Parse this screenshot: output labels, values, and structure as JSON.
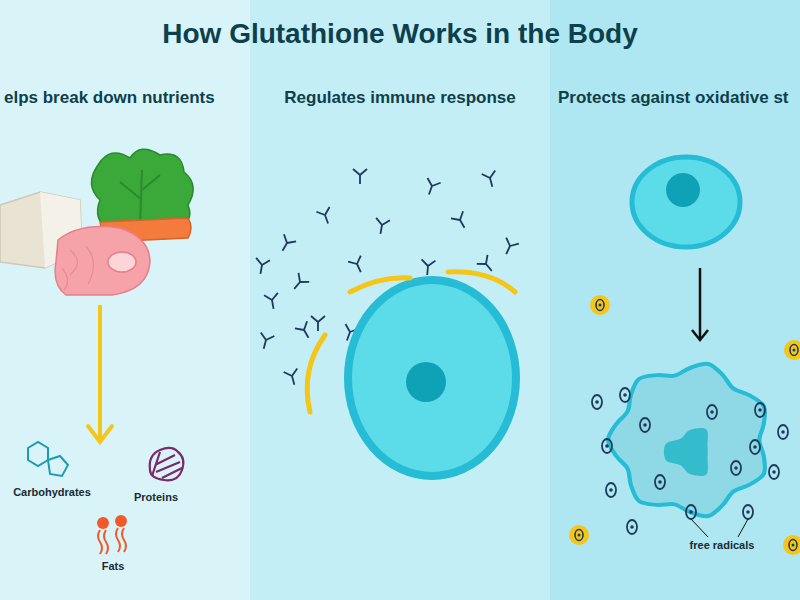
{
  "diagram": {
    "title": "How Glutathione Works in the Body",
    "nodes": [
      {
        "text": [
          "elps break down nutrients"
        ]
      },
      {
        "text": [
          "Regulates immune response"
        ]
      },
      {
        "text": [
          "Protects against oxidative st"
        ]
      }
    ],
    "labels": [
      "Carbohydrates",
      "Proteins",
      "Fats",
      "free radicals"
    ]
  }
}
